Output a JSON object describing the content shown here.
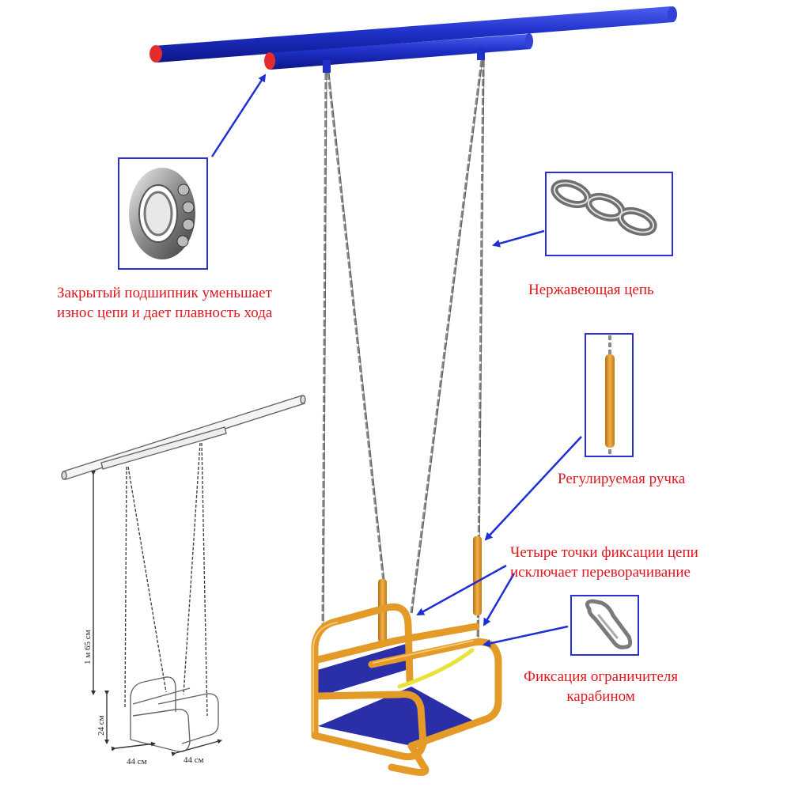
{
  "captions": {
    "bearing": [
      "Закрытый подшипник уменьшает",
      "износ цепи и дает плавность хода"
    ],
    "chain": [
      "Нержавеющая цепь"
    ],
    "handle": [
      "Регулируемая ручка"
    ],
    "fixation": [
      "Четыре точки фиксации цепи",
      "исключает переворачивание"
    ],
    "carabiner": [
      "Фиксация ограничителя",
      "карабином"
    ]
  },
  "dimensions": {
    "height": "1 м 65 см",
    "seat_height": "24 см",
    "width": "44 см",
    "depth": "44 см"
  },
  "colors": {
    "beam": "#1f31c9",
    "beam_cap": "#e52b2b",
    "frame": "#e39a26",
    "seat_panel": "#2a2fa8",
    "arrow": "#1e2fd6",
    "caption_text": "#e0161e",
    "limiter": "#e8e23a"
  },
  "icons": [
    "bearing-icon",
    "chain-icon",
    "handle-icon",
    "carabiner-icon"
  ]
}
